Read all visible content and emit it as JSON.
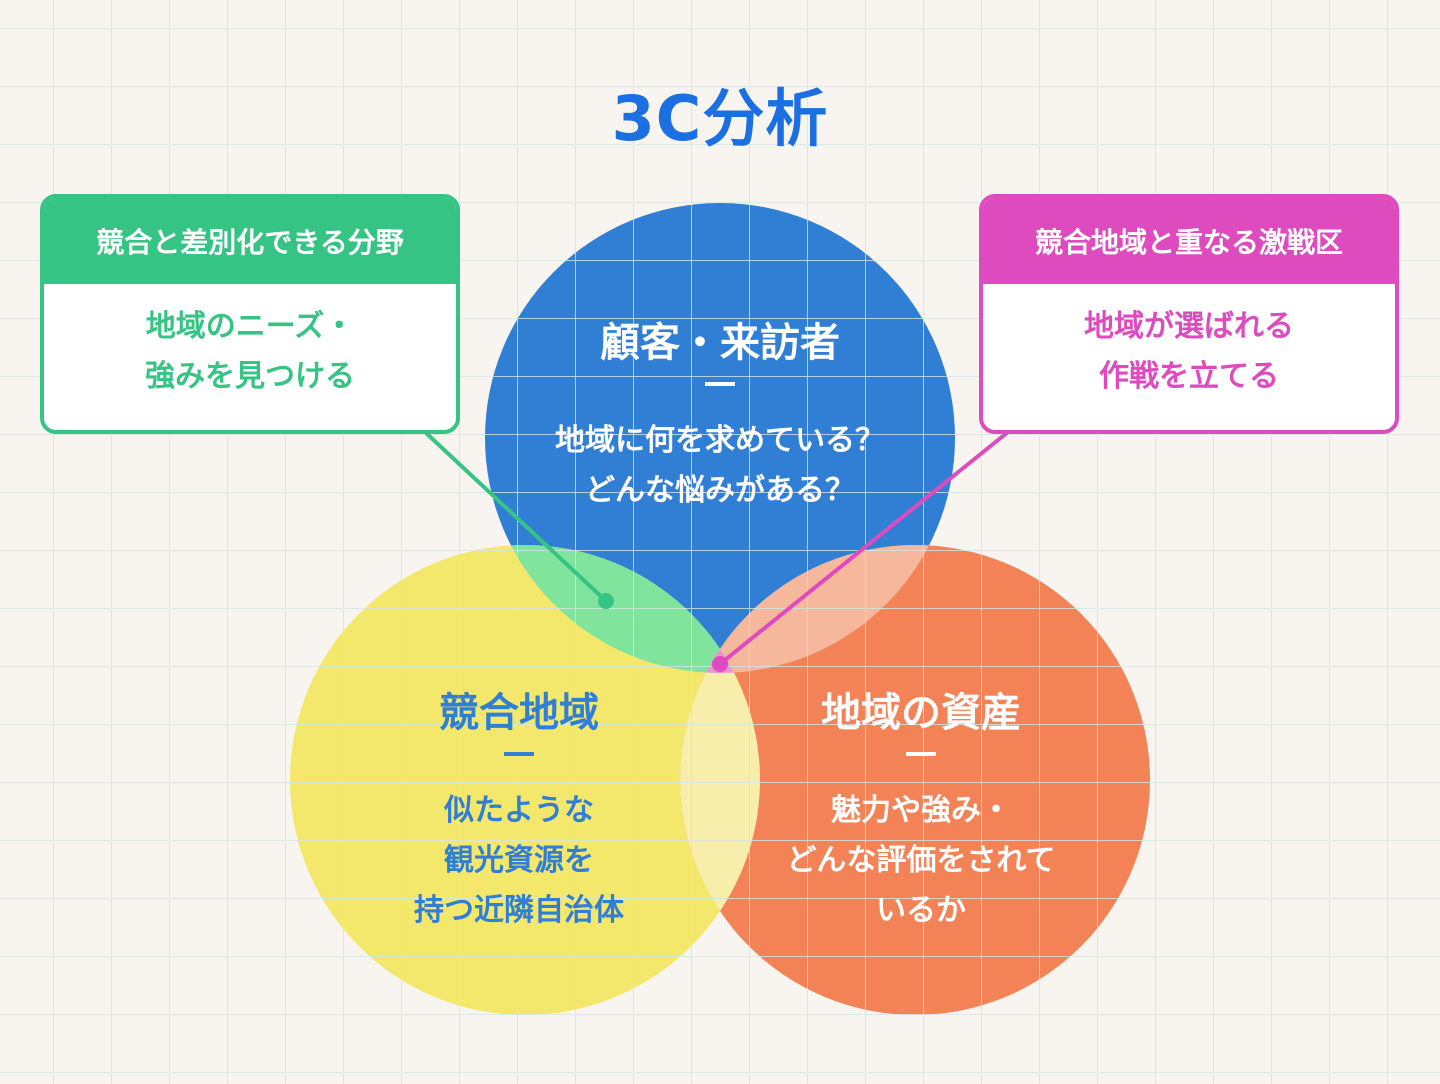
{
  "title": "3C分析",
  "colors": {
    "customer": "#317fd4",
    "competitor": "#f3e86c",
    "company": "#f38357",
    "green": "#36c484",
    "magenta": "#dd4bbf",
    "title": "#1b6fe0"
  },
  "customer": {
    "heading": "顧客・来訪者",
    "lines": [
      "地域に何を求めている？",
      "どんな悩みがある？"
    ]
  },
  "competitor": {
    "heading": "競合地域",
    "lines": [
      "似たような",
      "観光資源を",
      "持つ近隣自治体"
    ]
  },
  "company": {
    "heading": "地域の資産",
    "lines": [
      "魅力や強み・",
      "どんな評価をされて",
      "いるか"
    ]
  },
  "callout_left": {
    "header": "競合と差別化できる分野",
    "lines": [
      "地域のニーズ・",
      "強みを見つける"
    ]
  },
  "callout_right": {
    "header": "競合地域と重なる激戦区",
    "lines": [
      "地域が選ばれる",
      "作戦を立てる"
    ]
  }
}
